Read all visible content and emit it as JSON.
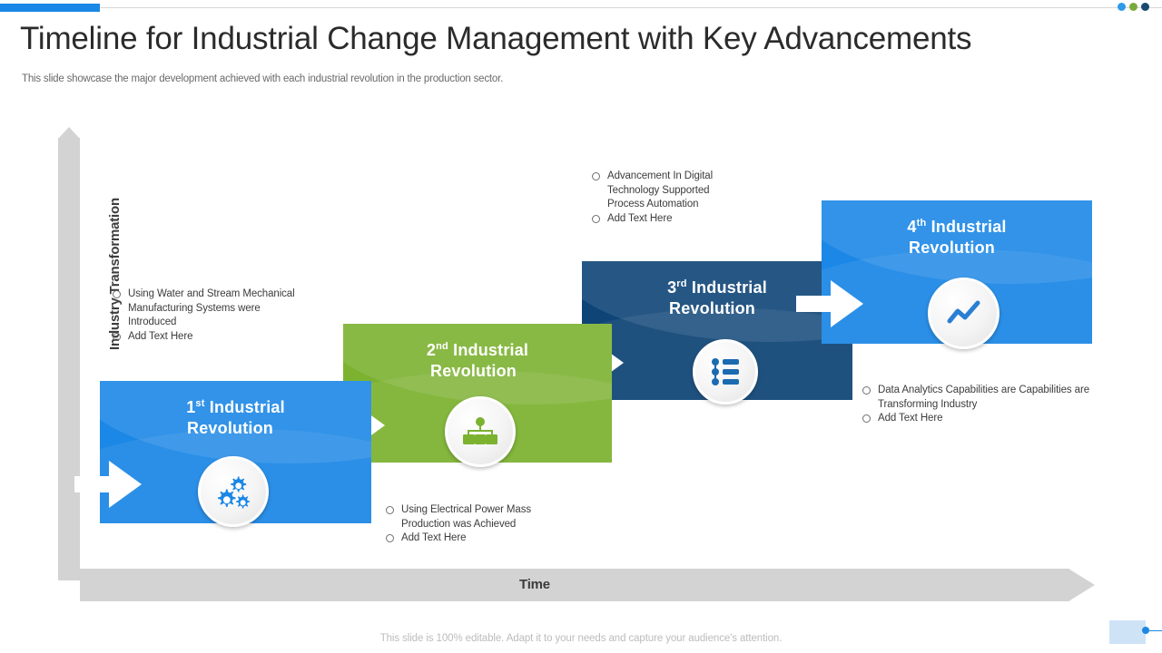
{
  "header": {
    "title": "Timeline for Industrial Change Management with Key Advancements",
    "subtitle": "This slide showcase the major development achieved with each industrial revolution in the production sector.",
    "dots": [
      "blue-dot",
      "green-dot",
      "navy-dot"
    ]
  },
  "axes": {
    "y_label": "Industry Transformation",
    "x_label": "Time"
  },
  "colors": {
    "blue": "#1b87e6",
    "green": "#7cb230",
    "navy": "#0e4476",
    "axis_gray": "#d3d3d3",
    "text": "#3c3c3c"
  },
  "steps": [
    {
      "ordinal": "1",
      "suffix": "st",
      "title_line1": "Industrial",
      "title_line2": "Revolution",
      "icon": "gears-icon",
      "color": "#1b87e6",
      "callout": [
        "Using Water and Stream Mechanical Manufacturing Systems were Introduced",
        "Add Text Here"
      ]
    },
    {
      "ordinal": "2",
      "suffix": "nd",
      "title_line1": "Industrial",
      "title_line2": "Revolution",
      "icon": "org-chart-icon",
      "color": "#7cb230",
      "callout": [
        "Using Electrical Power Mass Production was Achieved",
        "Add Text Here"
      ]
    },
    {
      "ordinal": "3",
      "suffix": "rd",
      "title_line1": "Industrial",
      "title_line2": "Revolution",
      "icon": "process-list-icon",
      "color": "#0e4476",
      "callout": [
        "Advancement In Digital Technology Supported Process Automation",
        "Add Text Here"
      ]
    },
    {
      "ordinal": "4",
      "suffix": "th",
      "title_line1": "Industrial",
      "title_line2": "Revolution",
      "icon": "line-chart-icon",
      "color": "#1b87e6",
      "callout": [
        "Data Analytics Capabilities are Capabilities are Transforming Industry",
        "Add Text Here"
      ]
    }
  ],
  "footer": {
    "note": "This slide is 100% editable. Adapt it to your needs and capture your audience's attention."
  }
}
